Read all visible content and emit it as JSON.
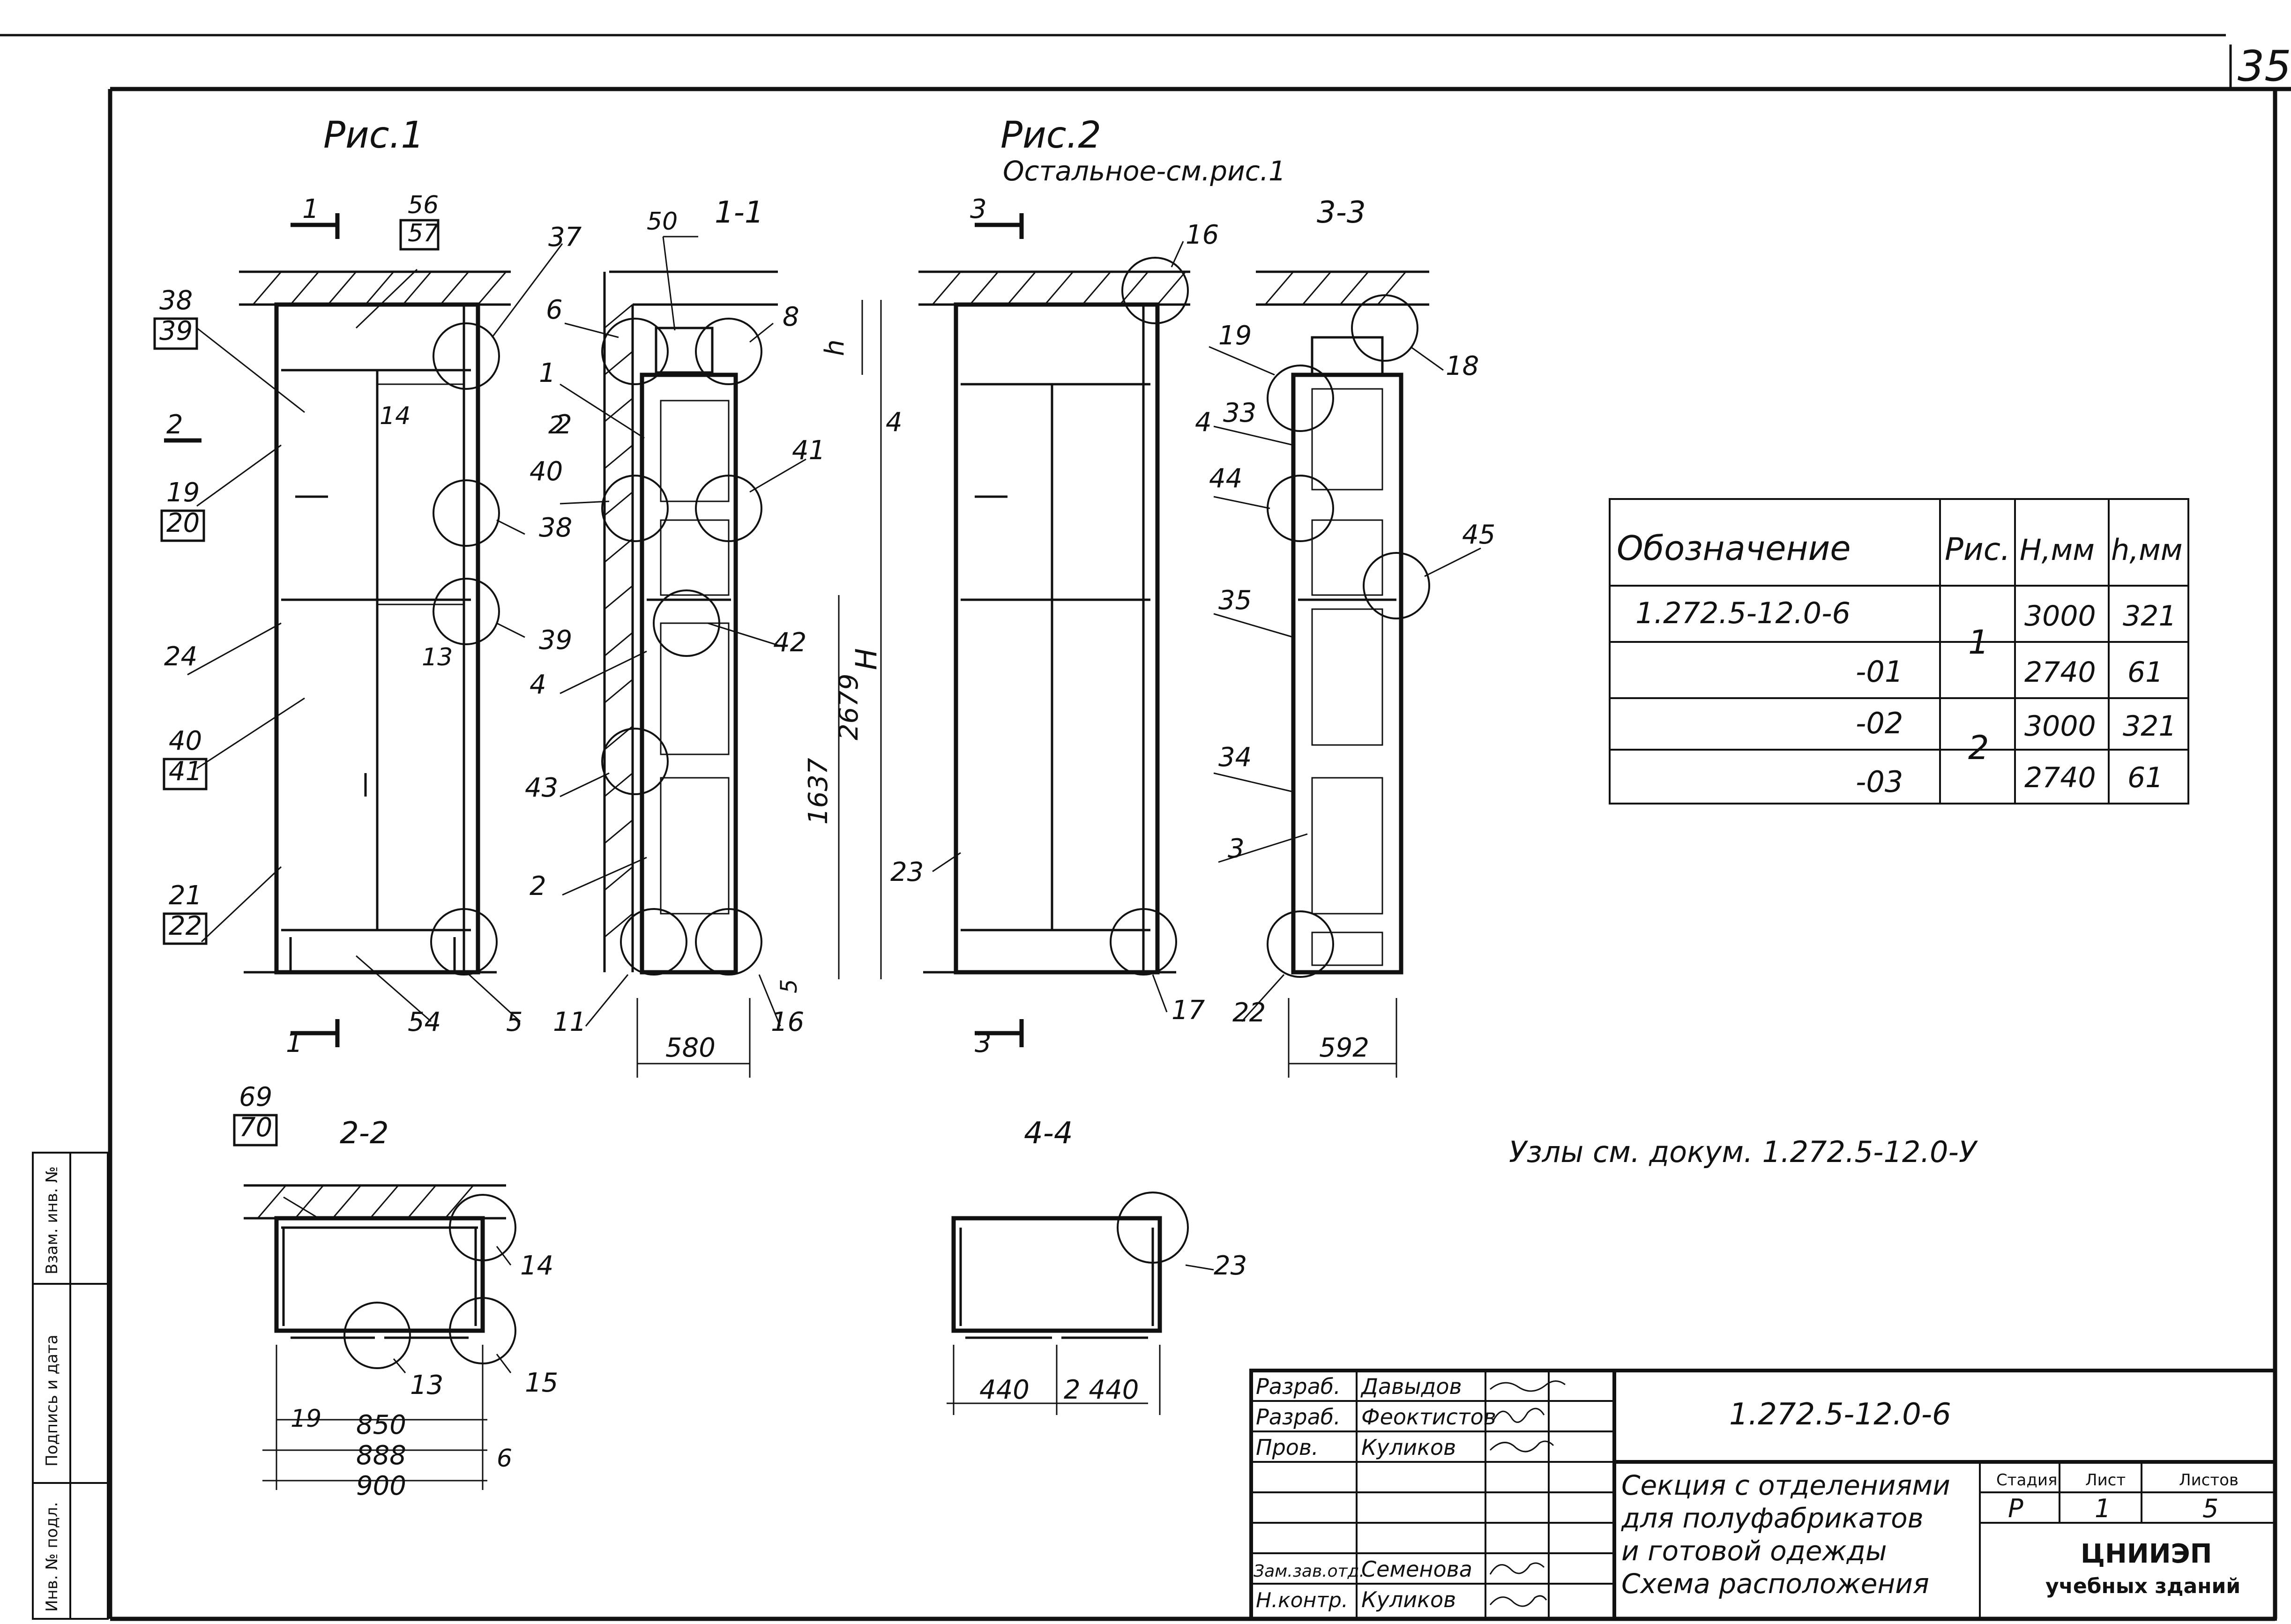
{
  "sheet_number": "35",
  "headings": {
    "fig1": "Рис.1",
    "fig2": "Рис.2",
    "fig2_note": "Остальное-см.рис.1",
    "sec_1_1": "1-1",
    "sec_3_3": "3-3",
    "sec_2_2": "2-2",
    "sec_4_4": "4-4",
    "nodes_ref": "Узлы  см. докум. 1.272.5-12.0-У"
  },
  "cut_marks": [
    "1",
    "1",
    "2",
    "2",
    "3",
    "3",
    "4",
    "4"
  ],
  "callouts": {
    "fig1": [
      "56",
      "57",
      "38",
      "39",
      "37",
      "2",
      "19",
      "20",
      "14",
      "38",
      "24",
      "13",
      "39",
      "40",
      "41",
      "21",
      "22",
      "5",
      "54"
    ],
    "sec11": [
      "50",
      "6",
      "8",
      "1",
      "2",
      "40",
      "41",
      "42",
      "4",
      "43",
      "2",
      "11",
      "16",
      "5",
      "h",
      "1637",
      "2679",
      "H",
      "580"
    ],
    "fig2": [
      "16",
      "23",
      "17"
    ],
    "sec33": [
      "19",
      "18",
      "33",
      "44",
      "45",
      "35",
      "34",
      "3",
      "22",
      "592"
    ],
    "sec22": [
      "69",
      "70",
      "14",
      "13",
      "15",
      "19",
      "850",
      "888",
      "900",
      "6"
    ],
    "sec44": [
      "23",
      "440",
      "2 440"
    ]
  },
  "spec_table": {
    "headers": [
      "Обозначение",
      "Рис.",
      "Н,мм",
      "h,мм"
    ],
    "rows": [
      {
        "code": "1.272.5-12.0-6",
        "fig": "1",
        "H": "3000",
        "h": "321"
      },
      {
        "code": "-01",
        "fig": "",
        "H": "2740",
        "h": "61"
      },
      {
        "code": "-02",
        "fig": "2",
        "H": "3000",
        "h": "321"
      },
      {
        "code": "-03",
        "fig": "",
        "H": "2740",
        "h": "61"
      }
    ]
  },
  "title_block": {
    "doc_code": "1.272.5-12.0-6",
    "roles": [
      {
        "role": "Разраб.",
        "name": "Давыдов"
      },
      {
        "role": "Разраб.",
        "name": "Феоктистов"
      },
      {
        "role": "Пров.",
        "name": "Куликов"
      },
      {
        "role": "",
        "name": ""
      },
      {
        "role": "",
        "name": ""
      },
      {
        "role": "Зам.зав.отд.",
        "name": "Семенова"
      },
      {
        "role": "Н.контр.",
        "name": "Куликов"
      }
    ],
    "title_lines": [
      "Секция с отделениями",
      "для полуфабрикатов",
      "и готовой одежды",
      "Схема расположения"
    ],
    "stage_label": "Стадия",
    "sheet_label": "Лист",
    "sheets_label": "Листов",
    "stage": "Р",
    "sheet": "1",
    "sheets": "5",
    "org_name": "ЦНИИЭП",
    "org_sub": "учебных зданий"
  },
  "side_stamp": [
    "Взам. инв. №",
    "Подпись и дата",
    "Инв. № подл."
  ]
}
